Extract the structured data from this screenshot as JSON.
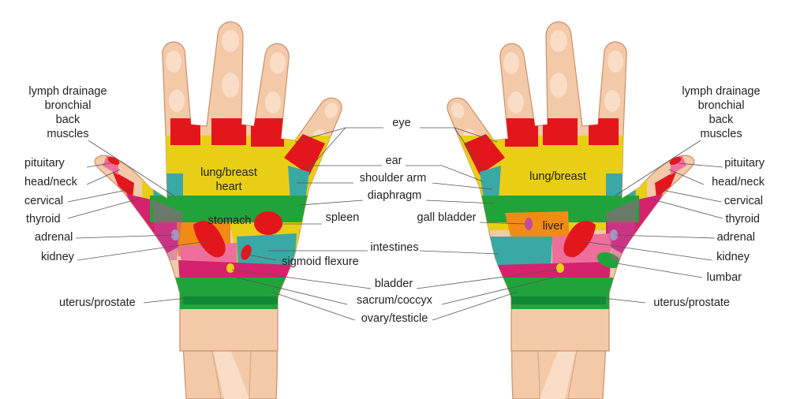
{
  "colors": {
    "red": "#e3161b",
    "yellow": "#e8cf16",
    "green": "#21a33b",
    "dark_green": "#118a35",
    "teal": "#3aa8a5",
    "orange": "#f28b16",
    "magenta": "#d4226e",
    "pink": "#ef6f9c",
    "skin": "#f4c9a8",
    "violet": "#c04ca0"
  },
  "labels": {
    "left": {
      "lymph": "lymph drainage",
      "bronchial": "bronchial",
      "back": "back",
      "muscles": "muscles",
      "pituitary": "pituitary",
      "head_neck": "head/neck",
      "cervical": "cervical",
      "thyroid": "thyroid",
      "adrenal": "adrenal",
      "kidney": "kidney",
      "uterus": "uterus/prostate"
    },
    "right": {
      "lymph": "lymph drainage",
      "bronchial": "bronchial",
      "back": "back",
      "muscles": "muscles",
      "pituitary": "pituitary",
      "head_neck": "head/neck",
      "cervical": "cervical",
      "thyroid": "thyroid",
      "adrenal": "adrenal",
      "kidney": "kidney",
      "lumbar": "lumbar",
      "uterus": "uterus/prostate"
    },
    "center": {
      "eye": "eye",
      "ear": "ear",
      "shoulder": "shoulder arm",
      "diaphragm": "diaphragm",
      "spleen": "spleen",
      "gall": "gall bladder",
      "intestines": "intestines",
      "sigmoid": "sigmoid flexure",
      "bladder": "bladder",
      "sacrum": "sacrum/coccyx",
      "ovary": "ovary/testicle"
    },
    "inhand": {
      "lung_heart_1": "lung/breast",
      "lung_heart_2": "heart",
      "stomach": "stomach",
      "lung_right": "lung/breast",
      "liver": "liver"
    }
  }
}
